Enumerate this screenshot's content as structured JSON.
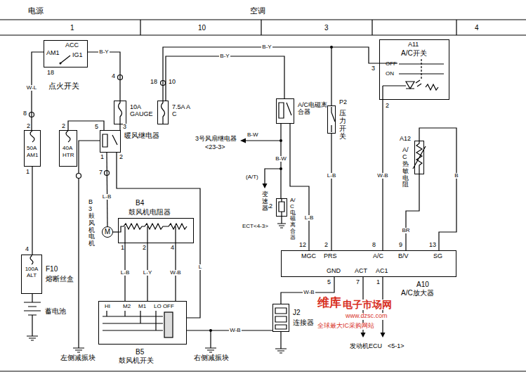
{
  "diagram": {
    "nodes": [
      {
        "text": [
          "AM1",
          "ACC",
          "IG1",
          "点火开关"
        ]
      },
      {
        "text": [
          "50A",
          "AM1"
        ]
      },
      {
        "text": [
          "40A",
          "HTR"
        ]
      },
      {
        "text": [
          "暖风继电器"
        ]
      },
      {
        "text": [
          "10A GAUGE"
        ]
      },
      {
        "text": [
          "7.5A A C"
        ]
      },
      {
        "text": [
          "A/C电磁离合器"
        ]
      },
      {
        "text": [
          "P2",
          "压力开关"
        ]
      },
      {
        "text": [
          "A11",
          "A/C开关",
          "OFF",
          "ON"
        ]
      },
      {
        "text": [
          "100A ALT",
          "F10",
          "熔断丝盒"
        ]
      },
      {
        "text": [
          "B4",
          "鼓风机电阻器"
        ]
      },
      {
        "text": [
          "M",
          "B3鼓风机电机"
        ]
      },
      {
        "text": [
          "MGC",
          "PRS",
          "A/C",
          "B/V",
          "SG",
          "GND",
          "ACT",
          "AC1",
          "A10",
          "A/C放大器"
        ]
      },
      {
        "text": [
          "HI",
          "M2",
          "M1",
          "LO OFF",
          "B5",
          "鼓风机开关"
        ]
      },
      {
        "text": [
          "J2",
          "连接器"
        ]
      },
      {
        "text": [
          "A12",
          "A/C热敏电阻"
        ]
      },
      {
        "text": [
          "A2",
          "A/C电磁离合器"
        ]
      }
    ],
    "edges": [
      {
        "from": 0,
        "to": 1,
        "arrow": "none",
        "label": "W-L"
      },
      {
        "from": 0,
        "to": 4,
        "arrow": "none",
        "label": "B-Y"
      },
      {
        "from": 1,
        "to": 9,
        "arrow": "none"
      },
      {
        "from": 2,
        "to": 3,
        "arrow": "none"
      },
      {
        "from": 4,
        "to": 3,
        "arrow": "none"
      },
      {
        "from": 5,
        "to": 8,
        "arrow": "none",
        "label": "B-Y"
      },
      {
        "from": 5,
        "to": 6,
        "arrow": "none",
        "label": "B-Y"
      },
      {
        "from": 6,
        "to": 16,
        "arrow": "none",
        "label": "B-W"
      },
      {
        "from": 7,
        "to": 12,
        "arrow": "none",
        "label": "L-B"
      },
      {
        "from": 6,
        "to": 12,
        "arrow": "none",
        "label": "L-B"
      },
      {
        "from": 8,
        "to": 12,
        "arrow": "none",
        "label": "W-B"
      },
      {
        "from": 15,
        "to": 12,
        "arrow": "none",
        "label": "BR"
      },
      {
        "from": 15,
        "to": 12,
        "arrow": "none",
        "label": "B"
      },
      {
        "from": 3,
        "to": 11,
        "arrow": "none",
        "label": "L-B"
      },
      {
        "from": 11,
        "to": 10,
        "arrow": "none"
      },
      {
        "from": 10,
        "to": 13,
        "arrow": "none",
        "label": "L-B"
      },
      {
        "from": 10,
        "to": 13,
        "arrow": "none",
        "label": "L-Y"
      },
      {
        "from": 10,
        "to": 13,
        "arrow": "none",
        "label": "W-B"
      },
      {
        "from": 3,
        "to": 13,
        "arrow": "none",
        "label": "L"
      },
      {
        "from": 13,
        "to": 14,
        "arrow": "none",
        "label": "W-B"
      },
      {
        "from": 12,
        "to": 14,
        "arrow": "none",
        "label": "W-B"
      }
    ],
    "labels": [
      "电源",
      "空调",
      "1",
      "10",
      "3",
      "4",
      "18",
      "8",
      "4",
      "2",
      "1",
      "2",
      "5",
      "3",
      "1",
      "2",
      "18",
      "10",
      "7",
      "3",
      "2",
      "3号风扇继电器",
      "<23-3>",
      "B-W",
      "(A/T)",
      "变速器",
      "ECT<4-3>",
      "4",
      "蓄电池",
      "12",
      "2",
      "8",
      "9",
      "13",
      "5",
      "7",
      "1",
      "发动机ECU",
      "<5-1>",
      "1",
      "2",
      "4",
      "左侧减振块",
      "右侧减振块",
      "维库",
      "电子市场网",
      "www.dzsc.com",
      "全球最大IC采购网站"
    ]
  }
}
